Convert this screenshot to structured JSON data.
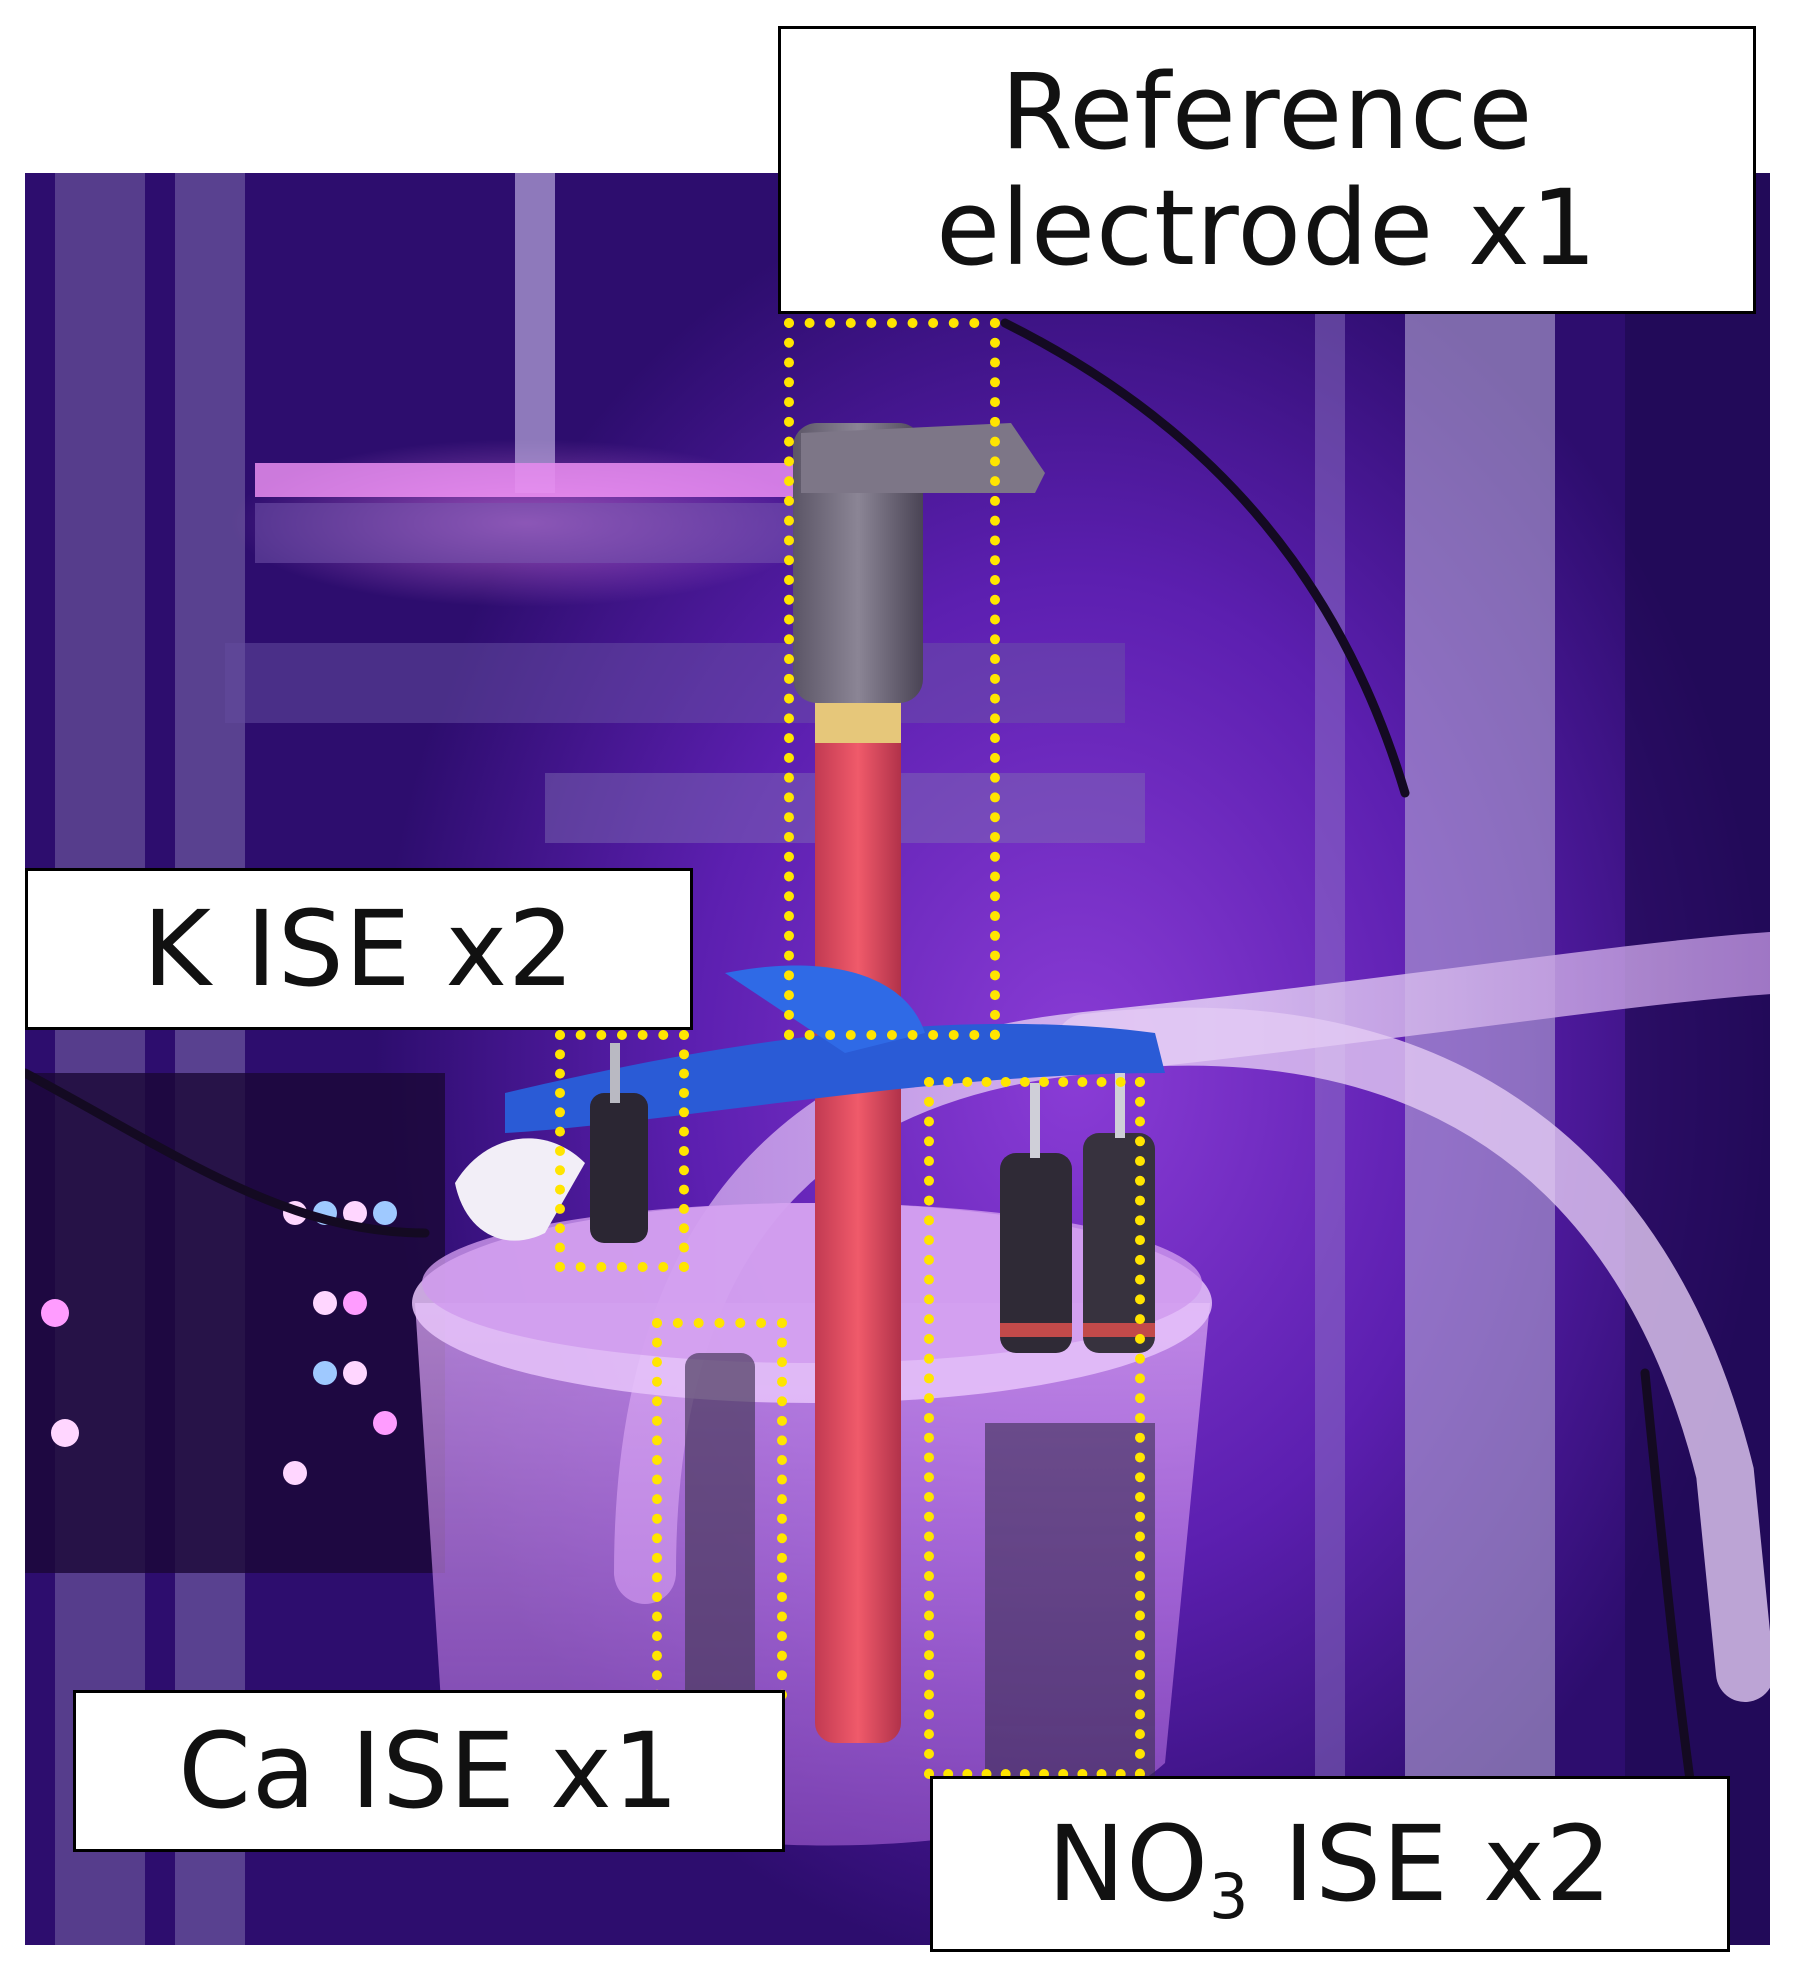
{
  "labels": {
    "reference": {
      "line1": "Reference",
      "line2": "electrode x1"
    },
    "k_ise": "K ISE x2",
    "ca_ise": "Ca ISE x1",
    "no3_ise": {
      "prefix": "NO",
      "subscript": "3",
      "suffix": " ISE x2"
    }
  },
  "colors": {
    "highlight_box": "#ffe500",
    "label_border": "#000000",
    "label_background": "#ffffff"
  }
}
